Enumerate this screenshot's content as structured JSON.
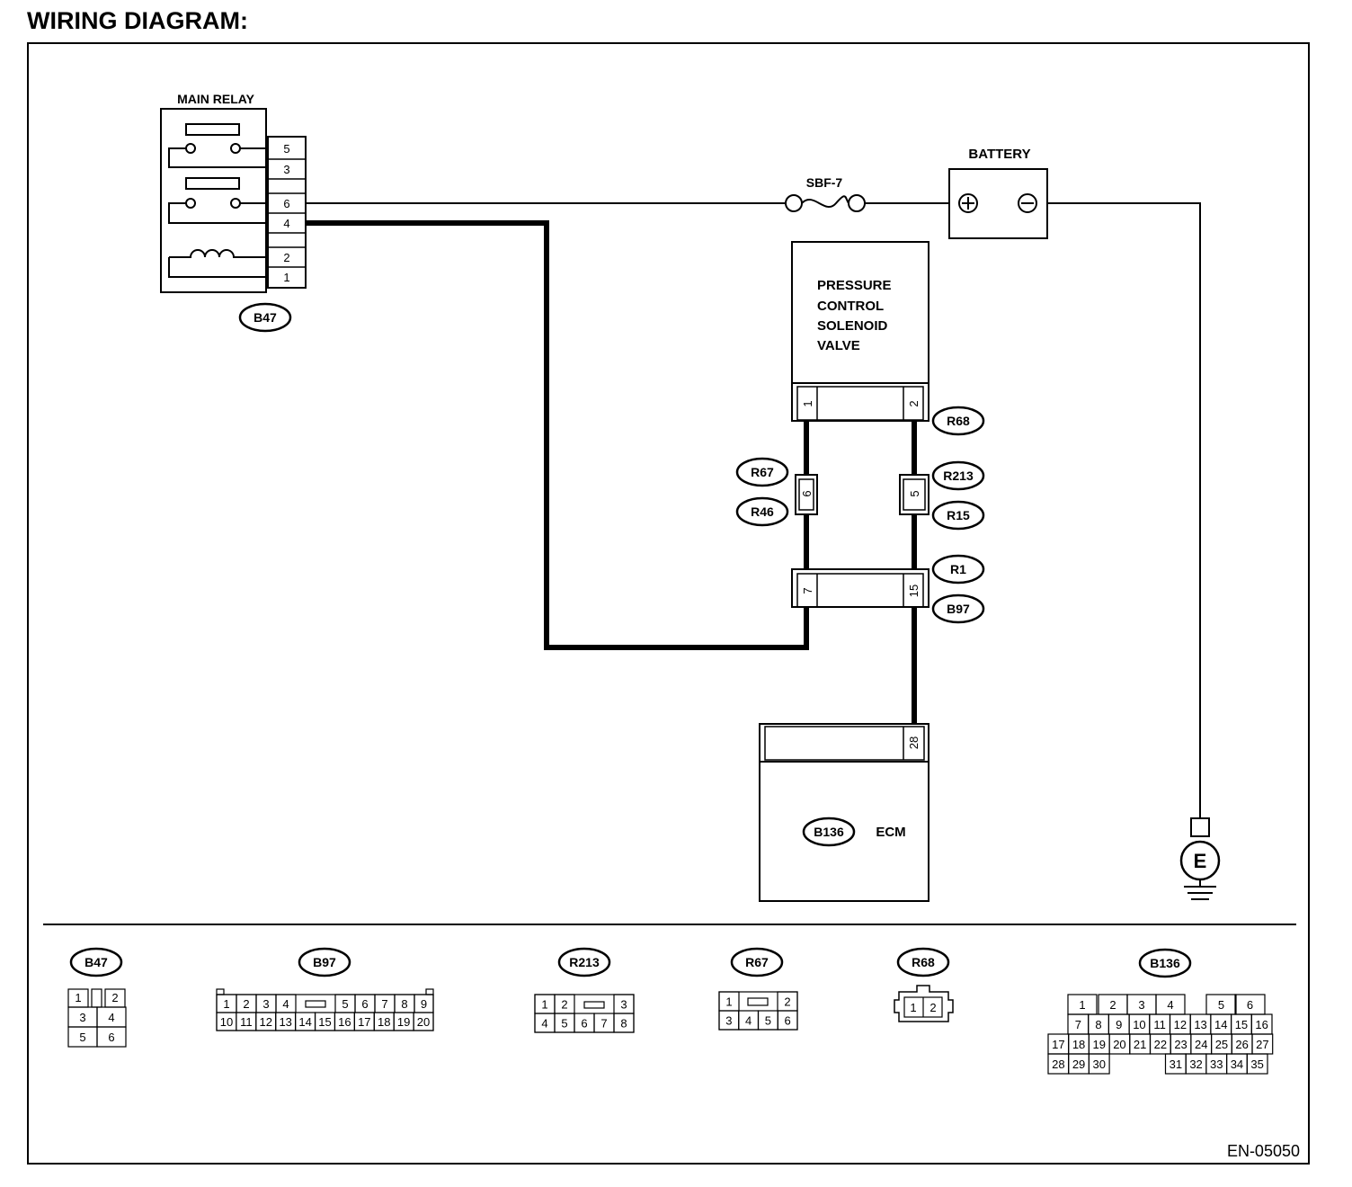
{
  "title": "WIRING DIAGRAM:",
  "figure_code": "EN-05050",
  "main_relay": {
    "label": "MAIN RELAY",
    "connector": "B47",
    "pins": [
      "5",
      "3",
      "6",
      "4",
      "2",
      "1"
    ]
  },
  "fuse": {
    "label": "SBF-7"
  },
  "battery": {
    "label": "BATTERY",
    "plus": "+",
    "minus": "−"
  },
  "solenoid": {
    "lines": [
      "PRESSURE",
      "CONTROL",
      "SOLENOID",
      "VALVE"
    ],
    "connector": "R68",
    "pin_left": "1",
    "pin_right": "2"
  },
  "joint_left": {
    "pin": "6",
    "connector_top": "R67",
    "connector_bottom": "R46"
  },
  "joint_right": {
    "pin": "5",
    "connector_top": "R213",
    "connector_bottom": "R15"
  },
  "joint_main": {
    "pin_left": "7",
    "pin_right": "15",
    "connector_top": "R1",
    "connector_bottom": "B97"
  },
  "ecm": {
    "label": "ECM",
    "connector": "B136",
    "pin": "28"
  },
  "ground": {
    "label": "E"
  },
  "connector_views": {
    "b47": {
      "label": "B47",
      "rows": [
        [
          "1",
          "",
          "2"
        ],
        [
          "3",
          "4"
        ],
        [
          "5",
          "6"
        ]
      ]
    },
    "b97": {
      "label": "B97",
      "row1": [
        "1",
        "2",
        "3",
        "4",
        "5",
        "6",
        "7",
        "8",
        "9"
      ],
      "row2": [
        "10",
        "11",
        "12",
        "13",
        "14",
        "15",
        "16",
        "17",
        "18",
        "19",
        "20"
      ]
    },
    "r213": {
      "label": "R213",
      "row1": [
        "1",
        "2",
        "3"
      ],
      "row2": [
        "4",
        "5",
        "6",
        "7",
        "8"
      ]
    },
    "r67": {
      "label": "R67",
      "row1": [
        "1",
        "2"
      ],
      "row2": [
        "3",
        "4",
        "5",
        "6"
      ]
    },
    "r68": {
      "label": "R68",
      "row1": [
        "1",
        "2"
      ]
    },
    "b136": {
      "label": "B136",
      "row1": [
        "1",
        "2",
        "3",
        "4",
        "5",
        "6"
      ],
      "row2": [
        "7",
        "8",
        "9",
        "10",
        "11",
        "12",
        "13",
        "14",
        "15",
        "16"
      ],
      "row3": [
        "17",
        "18",
        "19",
        "20",
        "21",
        "22",
        "23",
        "24",
        "25",
        "26",
        "27"
      ],
      "row4": [
        "28",
        "29",
        "30",
        "31",
        "32",
        "33",
        "34",
        "35"
      ]
    }
  }
}
